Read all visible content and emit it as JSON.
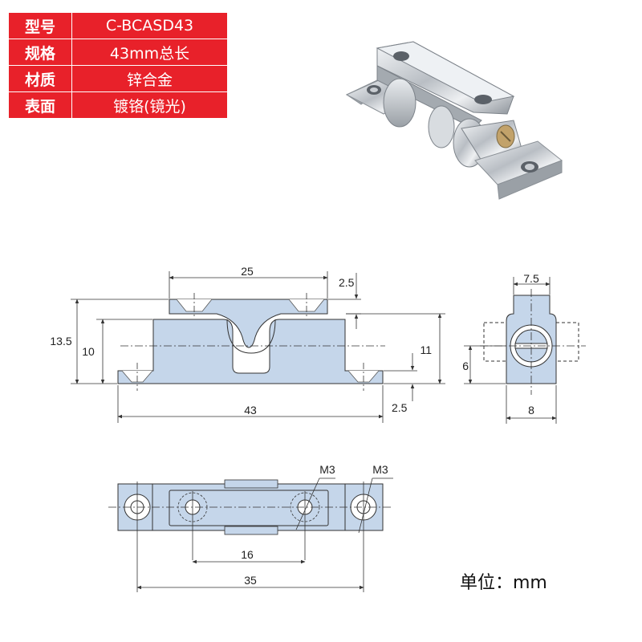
{
  "spec_table": {
    "rows": [
      {
        "label": "型号",
        "value": "C-BCASD43"
      },
      {
        "label": "规格",
        "value": "43mm总长"
      },
      {
        "label": "材质",
        "value": "锌合金"
      },
      {
        "label": "表面",
        "value": "镀铬(镜光)"
      }
    ]
  },
  "colors": {
    "header_red": "#e8212a",
    "part_fill": "#c5d6ea",
    "line": "#333333"
  },
  "front_view": {
    "dim_width_top": "25",
    "dim_top_thickness": "2.5",
    "dim_total_height": "13.5",
    "dim_body_height": "10",
    "dim_right_height": "11",
    "dim_base_thickness": "2.5",
    "dim_total_length": "43"
  },
  "side_view": {
    "dim_top_width": "7.5",
    "dim_center_height": "6",
    "dim_bottom_width": "8"
  },
  "top_view": {
    "thread_left": "M3",
    "thread_right": "M3",
    "dim_inner_spacing": "16",
    "dim_outer_spacing": "35"
  },
  "unit_label": "单位：mm"
}
